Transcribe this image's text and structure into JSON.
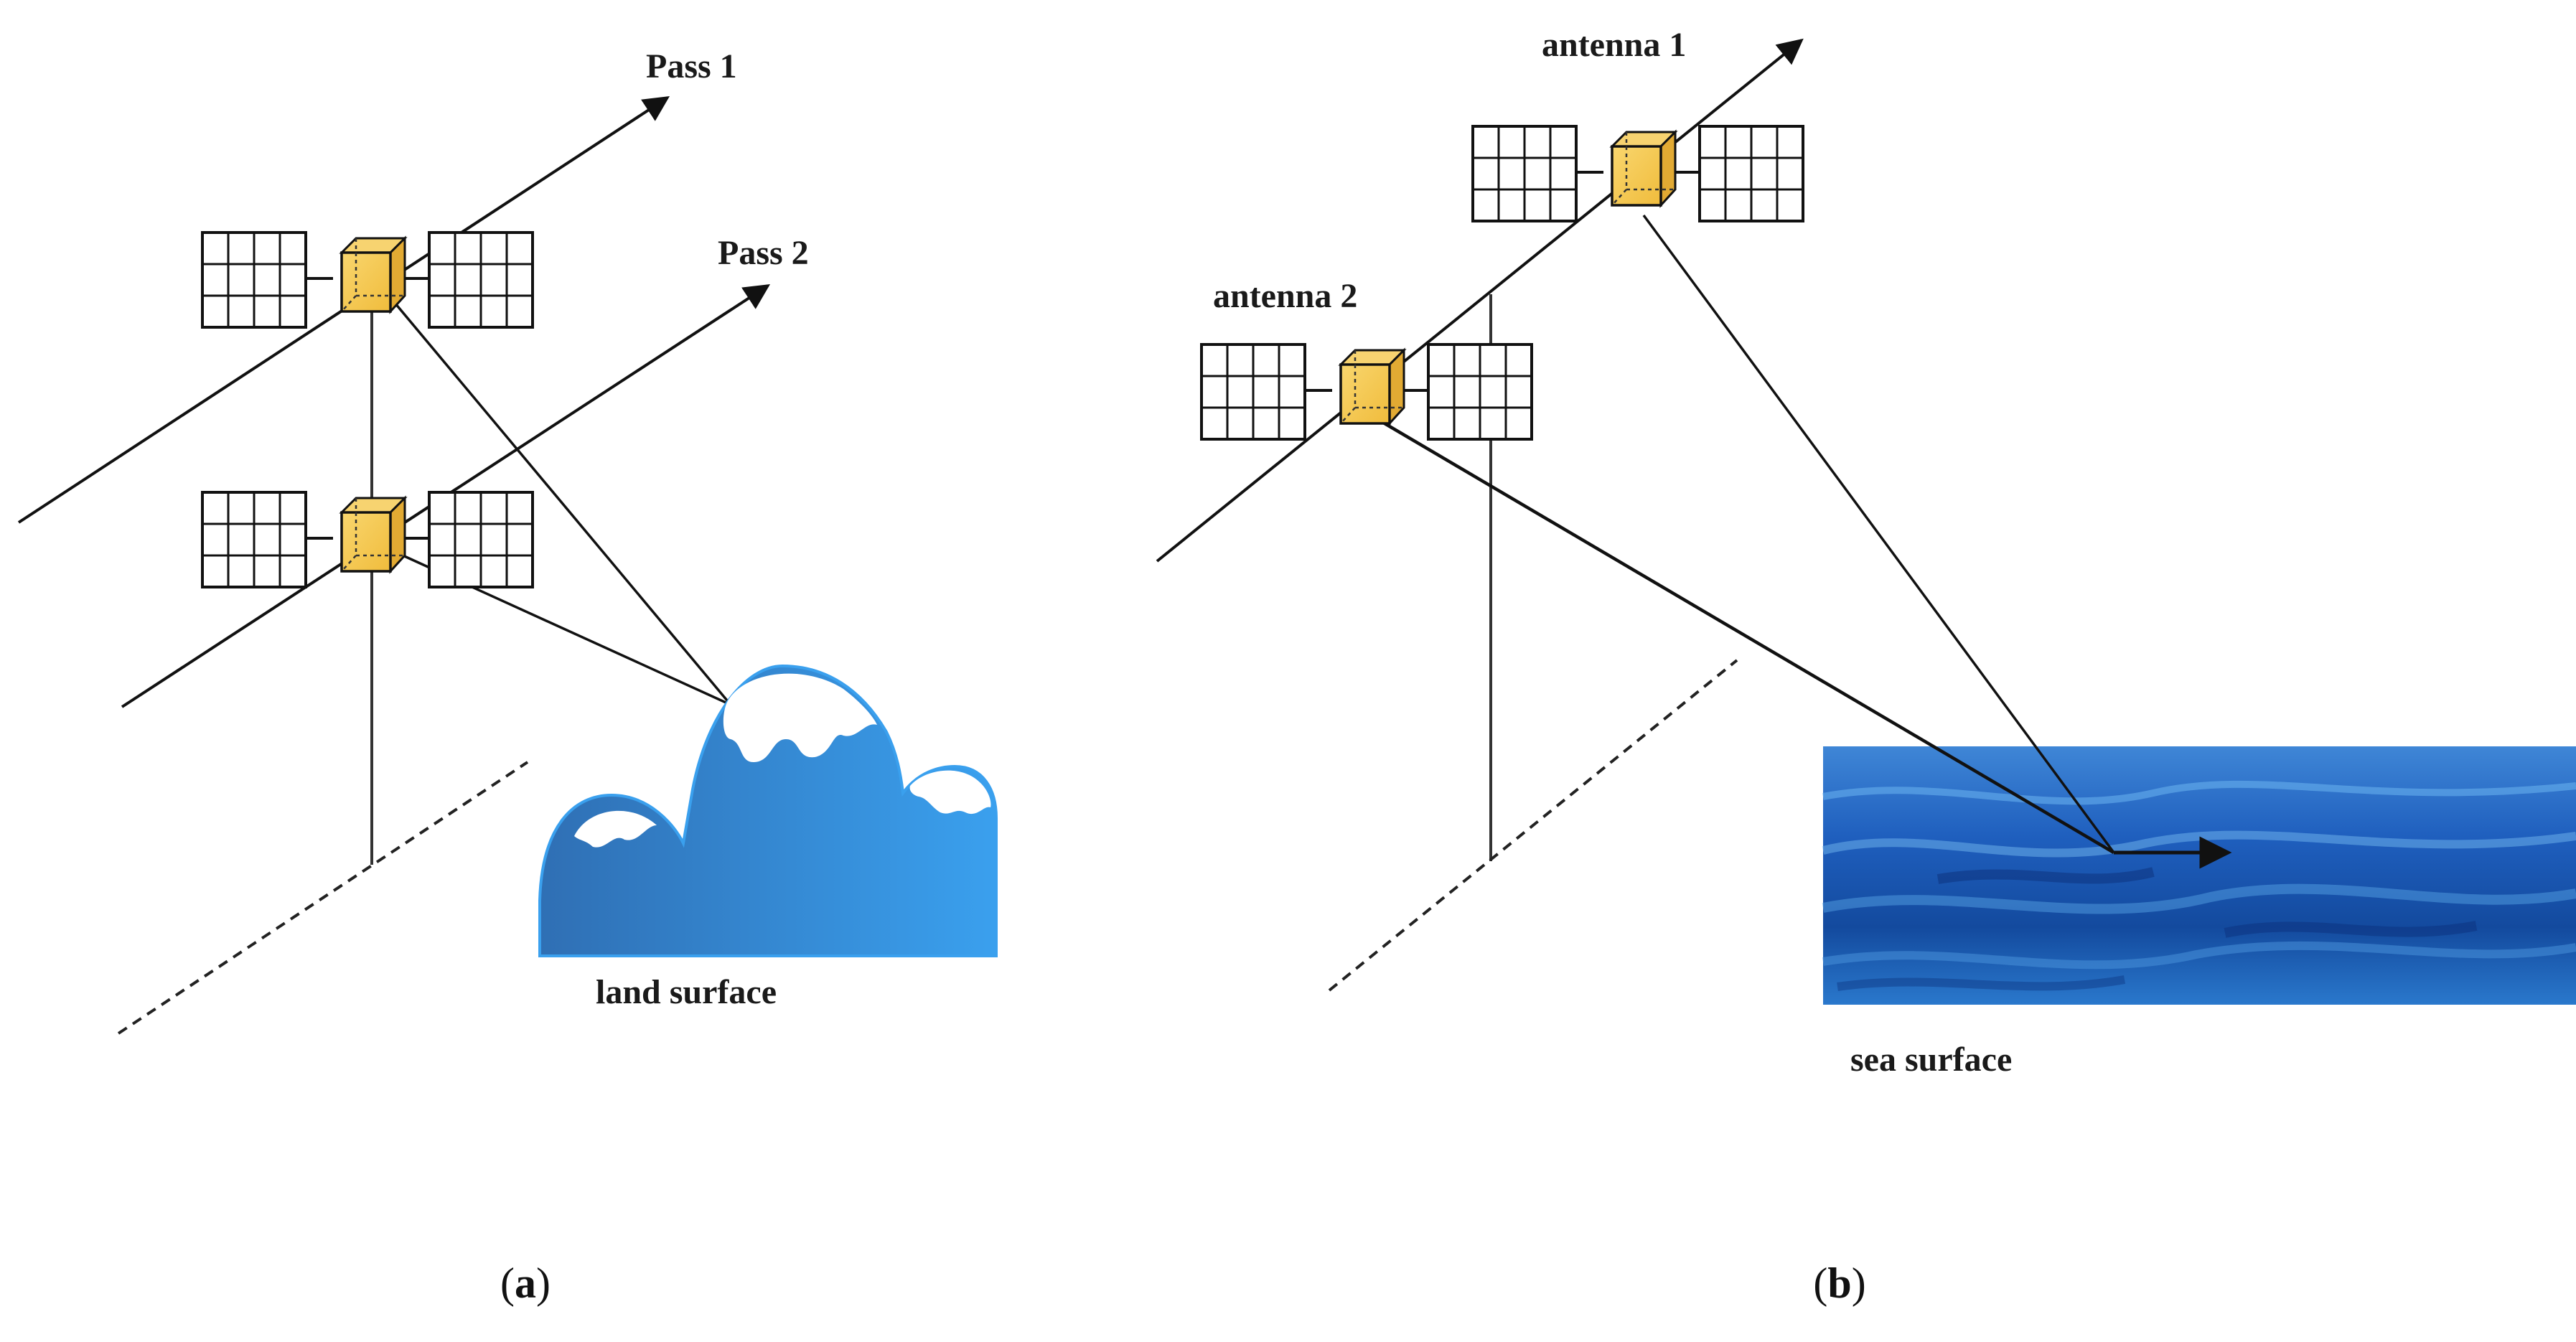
{
  "panel_a": {
    "pass1_label": "Pass 1",
    "pass2_label": "Pass 2",
    "surface_label": "land surface",
    "caption_letter": "a"
  },
  "panel_b": {
    "antenna1_label": "antenna 1",
    "antenna2_label": "antenna 2",
    "surface_label": "sea surface",
    "caption_letter": "b"
  },
  "colors": {
    "satellite_body": "#f5c850",
    "satellite_body_side": "#e0a92e",
    "mountain_dark": "#2f6fb4",
    "mountain_light": "#3aa0ee",
    "sea_deep": "#0e3f9a",
    "sea_light": "#5aa8e8"
  },
  "icons": {
    "satellite": "satellite-icon",
    "mountain": "mountain-icon",
    "sea": "sea-surface-image"
  }
}
